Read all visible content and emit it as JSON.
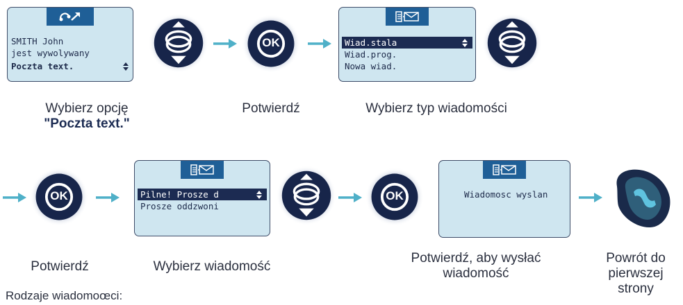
{
  "step1": {
    "lines": [
      "SMITH John",
      "jest wywolywany"
    ],
    "selected": "Poczta text.",
    "caption_line1": "Wybierz opcję",
    "caption_line2": "\"Poczta text.\""
  },
  "step2": {
    "caption": "Potwierdź"
  },
  "step3": {
    "selected": "Wiad.stala",
    "lines": [
      "Wiad.prog.",
      "Nowa wiad."
    ],
    "caption": "Wybierz typ wiadomości"
  },
  "step4": {
    "caption": "Potwierdź"
  },
  "step5": {
    "selected": "Pilne! Prosze d",
    "lines": [
      "Prosze oddzwoni"
    ],
    "caption": "Wybierz wiadomość"
  },
  "step6": {
    "message": "Wiadomosc wyslan",
    "caption_line1": "Potwierdź, aby wysłać",
    "caption_line2": "wiadomość"
  },
  "step7": {
    "caption_line1": "Powrót do",
    "caption_line2": "pierwszej",
    "caption_line3": "strony"
  },
  "footer": {
    "title": "Rodzaje wiadomoœci:"
  },
  "buttons": {
    "ok_label": "OK"
  },
  "colors": {
    "screen_bg": "#cfe6f0",
    "header_bg": "#1f5f97",
    "arrow": "#4fb0c8",
    "button_dark": "#17254a"
  }
}
